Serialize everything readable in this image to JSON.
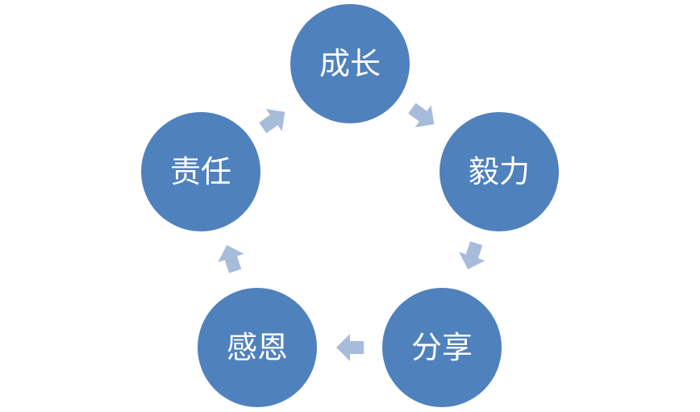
{
  "diagram": {
    "type": "cycle",
    "nodes": [
      {
        "id": "growth",
        "label": "成长"
      },
      {
        "id": "perseverance",
        "label": "毅力"
      },
      {
        "id": "sharing",
        "label": "分享"
      },
      {
        "id": "gratitude",
        "label": "感恩"
      },
      {
        "id": "responsibility",
        "label": "责任"
      }
    ],
    "edges": [
      {
        "from": "growth",
        "to": "perseverance"
      },
      {
        "from": "perseverance",
        "to": "sharing"
      },
      {
        "from": "sharing",
        "to": "gratitude"
      },
      {
        "from": "gratitude",
        "to": "responsibility"
      },
      {
        "from": "responsibility",
        "to": "growth"
      }
    ],
    "colors": {
      "node": "#4f81bd",
      "arrow": "#a7bcdb",
      "label": "#ffffff"
    }
  }
}
